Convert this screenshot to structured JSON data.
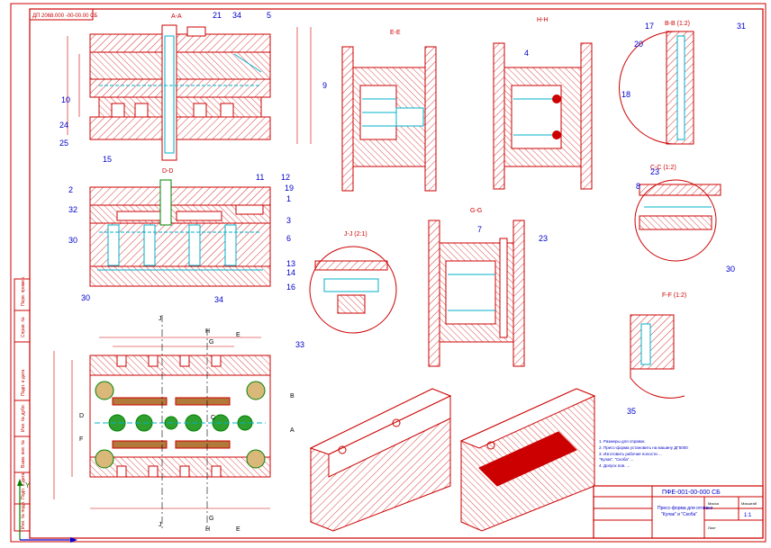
{
  "doc_code_stamp": "ДП 2068.000 -00-00.00 СБ",
  "sections": {
    "aa": "A-A",
    "bb": "B-B (1:2)",
    "cc": "C-C (1:2)",
    "dd": "D-D",
    "ee": "E-E",
    "ff": "F-F (1:2)",
    "gg": "G-G",
    "hh": "H-H",
    "jj": "J-J (2:1)"
  },
  "callouts": {
    "c2": "2",
    "c3": "3",
    "c4": "4",
    "c5": "5",
    "c6": "6",
    "c7": "7",
    "c8": "8",
    "c9": "9",
    "c10": "10",
    "c11": "11",
    "c12": "12",
    "c13": "13",
    "c14": "14",
    "c15": "15",
    "c16": "16",
    "c17": "17",
    "c18": "18",
    "c19": "19",
    "c20": "20",
    "c21": "21",
    "c23a": "23",
    "c23b": "23",
    "c24": "24",
    "c25": "25",
    "c30a": "30",
    "c30b": "30",
    "c30c": "30",
    "c31": "31",
    "c32": "32",
    "c33": "33",
    "c34a": "34",
    "c34b": "34",
    "c35": "35"
  },
  "plan_labels": {
    "a": "A",
    "b": "B",
    "c": "C",
    "d": "D",
    "e": "E",
    "f": "F",
    "g": "G",
    "h": "H",
    "j": "J"
  },
  "notes": [
    "1. Размеры для справок.",
    "2. Пресс-форма установить на машину ДГ5000",
    "3. Изготовить рабочие полости ...",
    "   \"Кулак\", \"Скоба\" ...",
    "4. Допуск пов. ..."
  ],
  "title_block": {
    "code": "ПФЕ-001-00-000 СБ",
    "name_line1": "Пресс-форма для отливки",
    "name_line2": "\"Кулак\" и \"Скоба\"",
    "scale": "1:1",
    "sheet": "Лист",
    "mass_label": "Масса",
    "scale_label": "Масштаб"
  },
  "left_strip": {
    "item1": "Перв. примен.",
    "item2": "Справ. №",
    "item3": "Подп. и дата",
    "item4": "Инв. № дубл.",
    "item5": "Взам. инв. №",
    "item6": "Подп. и дата",
    "item7": "Инв. № подл."
  },
  "colors": {
    "line": "#cc0000",
    "hatch": "#cc0000",
    "cyan": "#00b0c8",
    "blue": "#0000cc",
    "green": "#008000",
    "frame": "#cc0000"
  }
}
